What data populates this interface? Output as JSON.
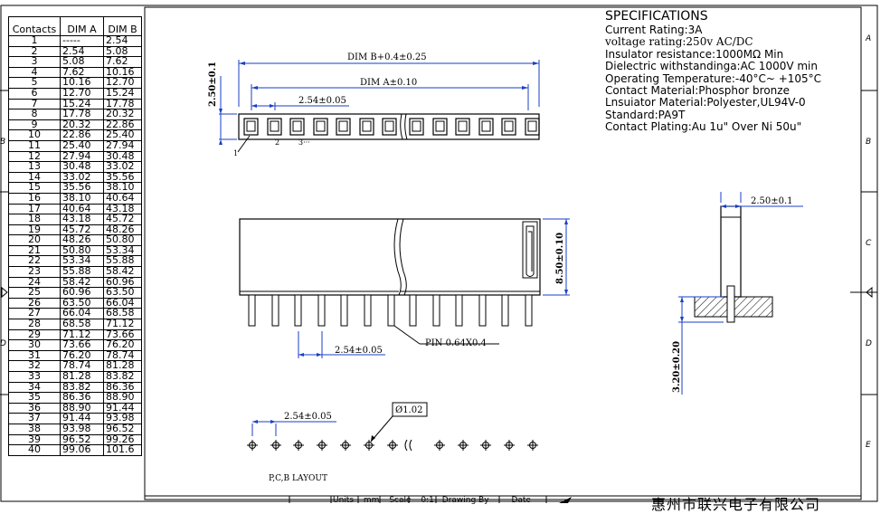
{
  "table": {
    "headers": [
      "Contacts",
      "DIM A",
      "DIM B"
    ],
    "rows": [
      [
        "1",
        "-----",
        "2.54"
      ],
      [
        "2",
        "2.54",
        "5.08"
      ],
      [
        "3",
        "5.08",
        "7.62"
      ],
      [
        "4",
        "7.62",
        "10.16"
      ],
      [
        "5",
        "10.16",
        "12.70"
      ],
      [
        "6",
        "12.70",
        "15.24"
      ],
      [
        "7",
        "15.24",
        "17.78"
      ],
      [
        "8",
        "17.78",
        "20.32"
      ],
      [
        "9",
        "20.32",
        "22.86"
      ],
      [
        "10",
        "22.86",
        "25.40"
      ],
      [
        "11",
        "25.40",
        "27.94"
      ],
      [
        "12",
        "27.94",
        "30.48"
      ],
      [
        "13",
        "30.48",
        "33.02"
      ],
      [
        "14",
        "33.02",
        "35.56"
      ],
      [
        "15",
        "35.56",
        "38.10"
      ],
      [
        "16",
        "38.10",
        "40.64"
      ],
      [
        "17",
        "40.64",
        "43.18"
      ],
      [
        "18",
        "43.18",
        "45.72"
      ],
      [
        "19",
        "45.72",
        "48.26"
      ],
      [
        "20",
        "48.26",
        "50.80"
      ],
      [
        "21",
        "50.80",
        "53.34"
      ],
      [
        "22",
        "53.34",
        "55.88"
      ],
      [
        "23",
        "55.88",
        "58.42"
      ],
      [
        "24",
        "58.42",
        "60.96"
      ],
      [
        "25",
        "60.96",
        "63.50"
      ],
      [
        "26",
        "63.50",
        "66.04"
      ],
      [
        "27",
        "66.04",
        "68.58"
      ],
      [
        "28",
        "68.58",
        "71.12"
      ],
      [
        "29",
        "71.12",
        "73.66"
      ],
      [
        "30",
        "73.66",
        "76.20"
      ],
      [
        "31",
        "76.20",
        "78.74"
      ],
      [
        "32",
        "78.74",
        "81.28"
      ],
      [
        "33",
        "81.28",
        "83.82"
      ],
      [
        "34",
        "83.82",
        "86.36"
      ],
      [
        "35",
        "86.36",
        "88.90"
      ],
      [
        "36",
        "88.90",
        "91.44"
      ],
      [
        "37",
        "91.44",
        "93.98"
      ],
      [
        "38",
        "93.98",
        "96.52"
      ],
      [
        "39",
        "96.52",
        "99.26"
      ],
      [
        "40",
        "99.06",
        "101.6"
      ]
    ]
  },
  "specs": {
    "title": "SPECIFICATIONS",
    "lines": [
      "Current Rating:3A",
      "voltage rating:250v AC/DC",
      "Insulator resistance:1000MΩ Min",
      "Dielectric withstandinga:AC 1000V min",
      "Operating Temperature:-40°C~ +105°C",
      "Contact Material:Phosphor bronze",
      "Lnsuiator Material:Polyester,UL94V-0",
      "Standard:PA9T",
      "Contact Plating:Au 1u\" Over Ni 50u\""
    ]
  },
  "top_view": {
    "dim_b": "DIM B+0.4±0.25",
    "dim_a": "DIM A±0.10",
    "pitch": "2.54±0.05",
    "height": "2.50±0.1",
    "pin1": "1",
    "pin2": "2",
    "pin3": "3···"
  },
  "front_view": {
    "height": "8.50±0.10",
    "pitch": "2.54±0.05",
    "pin_size": "PIN 0.64X0.4"
  },
  "side_view": {
    "width": "2.50±0.1",
    "pin_length": "3.20±0.20"
  },
  "layout": {
    "pitch": "2.54±0.05",
    "hole": "Ø1.02",
    "caption": "P,C,B LAYOUT"
  },
  "border": {
    "right_letters": [
      "A",
      "B",
      "C",
      "D",
      "E"
    ]
  },
  "title_block": {
    "cells": [
      "Units",
      "mm",
      "Scale",
      "0:1",
      "Drawing By",
      "Date"
    ],
    "company": "惠州市联兴电子有限公司"
  }
}
